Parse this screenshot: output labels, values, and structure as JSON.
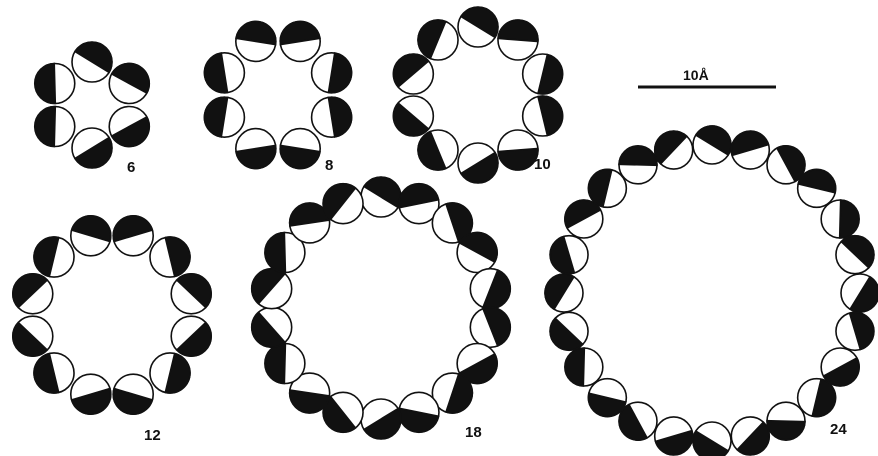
{
  "rings": [
    {
      "id": "ring-6",
      "label": "6",
      "units": 6
    },
    {
      "id": "ring-8",
      "label": "8",
      "units": 8
    },
    {
      "id": "ring-10",
      "label": "10",
      "units": 10
    },
    {
      "id": "ring-12",
      "label": "12",
      "units": 12
    },
    {
      "id": "ring-18",
      "label": "18",
      "units": 18
    },
    {
      "id": "ring-24",
      "label": "24",
      "units": 24
    }
  ],
  "scale_bar": {
    "label": "10Å"
  },
  "colors": {
    "dark": "#111111",
    "light": "#ffffff",
    "stroke": "#111111"
  }
}
